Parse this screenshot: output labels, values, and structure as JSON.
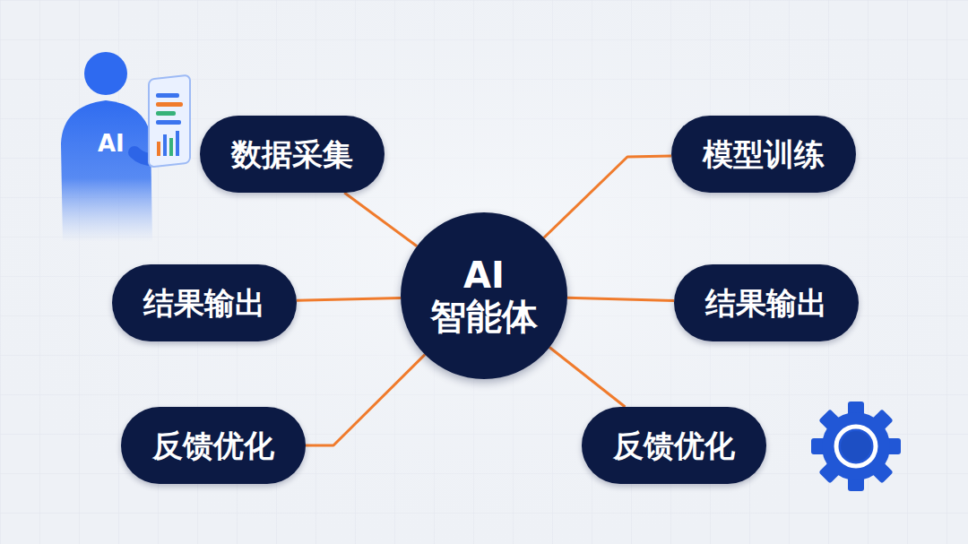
{
  "diagram": {
    "nodes": [
      {
        "text": [
          "数据采集"
        ]
      },
      {
        "text": [
          "模型训练"
        ]
      },
      {
        "text": [
          "结果输出"
        ]
      },
      {
        "text": [
          "AI 智能体"
        ]
      },
      {
        "text": [
          "结果输出"
        ]
      },
      {
        "text": [
          "反馈优化"
        ]
      },
      {
        "text": [
          "反馈优化"
        ]
      }
    ],
    "edges": [
      {
        "from": 3,
        "to": 0,
        "arrow": "none"
      },
      {
        "from": 3,
        "to": 1,
        "arrow": "none"
      },
      {
        "from": 3,
        "to": 2,
        "arrow": "none"
      },
      {
        "from": 3,
        "to": 4,
        "arrow": "none"
      },
      {
        "from": 3,
        "to": 5,
        "arrow": "none"
      },
      {
        "from": 3,
        "to": 6,
        "arrow": "none"
      }
    ],
    "labels": [
      "AI"
    ]
  }
}
